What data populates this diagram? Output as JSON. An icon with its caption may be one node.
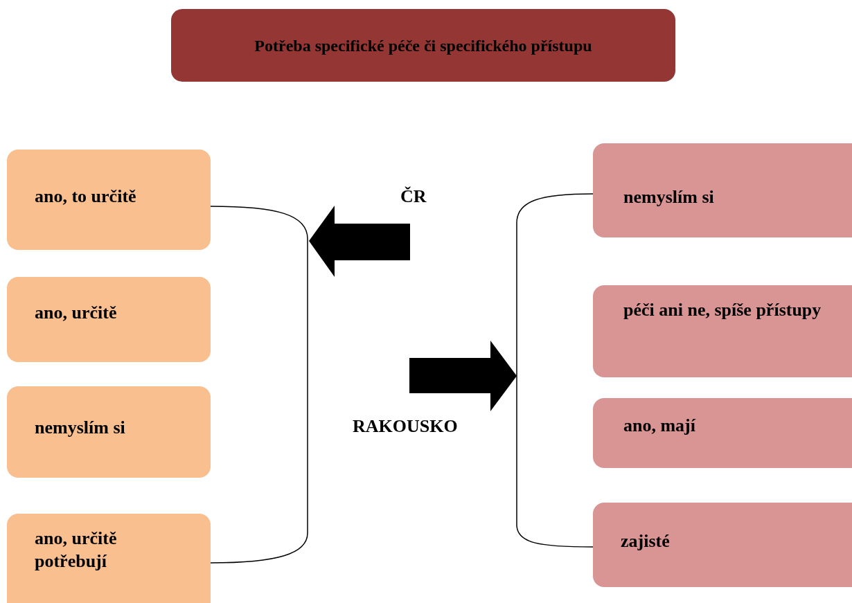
{
  "diagram": {
    "nodes": [
      {
        "text": [
          "Potřeba specifické péče či specifického přístupu"
        ]
      },
      {
        "text": [
          "ano, to určitě"
        ]
      },
      {
        "text": [
          "ano, určitě"
        ]
      },
      {
        "text": [
          "nemyslím si"
        ]
      },
      {
        "text": [
          "ano, určitě potřebují"
        ]
      },
      {
        "text": [
          "nemyslím si"
        ]
      },
      {
        "text": [
          "péči ani ne, spíše přístupy"
        ]
      },
      {
        "text": [
          "ano, mají"
        ]
      },
      {
        "text": [
          "zajisté"
        ]
      }
    ],
    "labels": [
      "ČR",
      "RAKOUSKO"
    ]
  }
}
